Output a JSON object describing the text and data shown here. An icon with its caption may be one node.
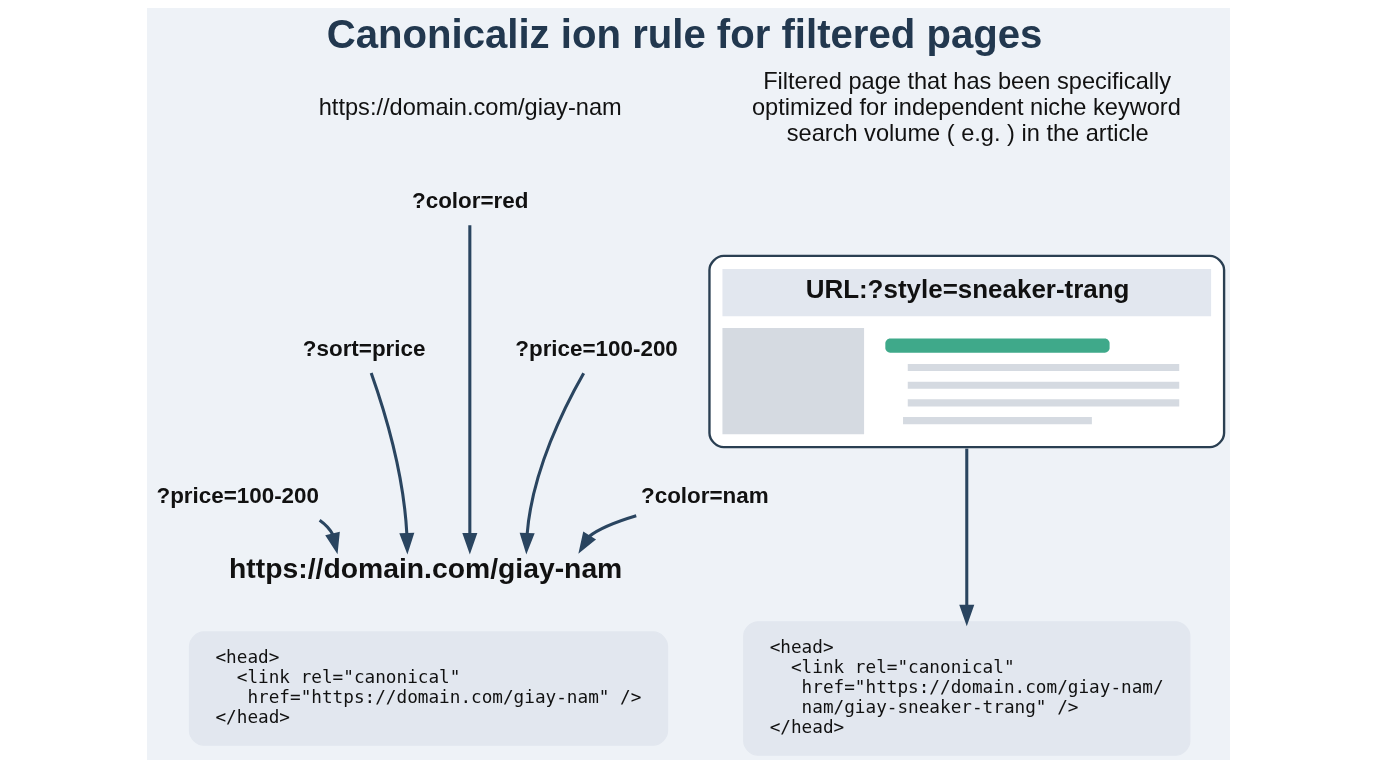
{
  "diagram": {
    "title": "Canonicaliz ion rule for filtered pages",
    "nodes": [
      {
        "text": [
          "?color=red"
        ]
      },
      {
        "text": [
          "?sort=price"
        ]
      },
      {
        "text": [
          "?price=100-200"
        ]
      },
      {
        "text": [
          "?price=100-200"
        ]
      },
      {
        "text": [
          "?color=nam"
        ]
      },
      {
        "text": [
          "https://domain.com/giay-nam"
        ]
      },
      {
        "text": [
          "<head>",
          "<link rel=\"canonical\" href=\"https://domain.com/giay-nam\" />",
          "</head>"
        ]
      },
      {
        "text": [
          "URL:?style=sneaker-trang"
        ]
      },
      {
        "text": [
          "<head>",
          "<link rel=\"canonical\" href=\"https://domain.com/giay-nam/ nam/giay-sneaker-trang\" />",
          "</head>"
        ]
      }
    ],
    "edges": [
      {
        "from": 1,
        "to": 5,
        "arrow": "to"
      },
      {
        "from": 0,
        "to": 5,
        "arrow": "to"
      },
      {
        "from": 2,
        "to": 5,
        "arrow": "to"
      },
      {
        "from": 3,
        "to": 5,
        "arrow": "to"
      },
      {
        "from": 4,
        "to": 5,
        "arrow": "to"
      },
      {
        "from": 7,
        "to": 8,
        "arrow": "to"
      }
    ],
    "labels": [
      "https://domain.com/giay-nam",
      "Filtered page that has been specifically optimized for independent niche keyword search volume ( e.g. ) in the article"
    ]
  }
}
